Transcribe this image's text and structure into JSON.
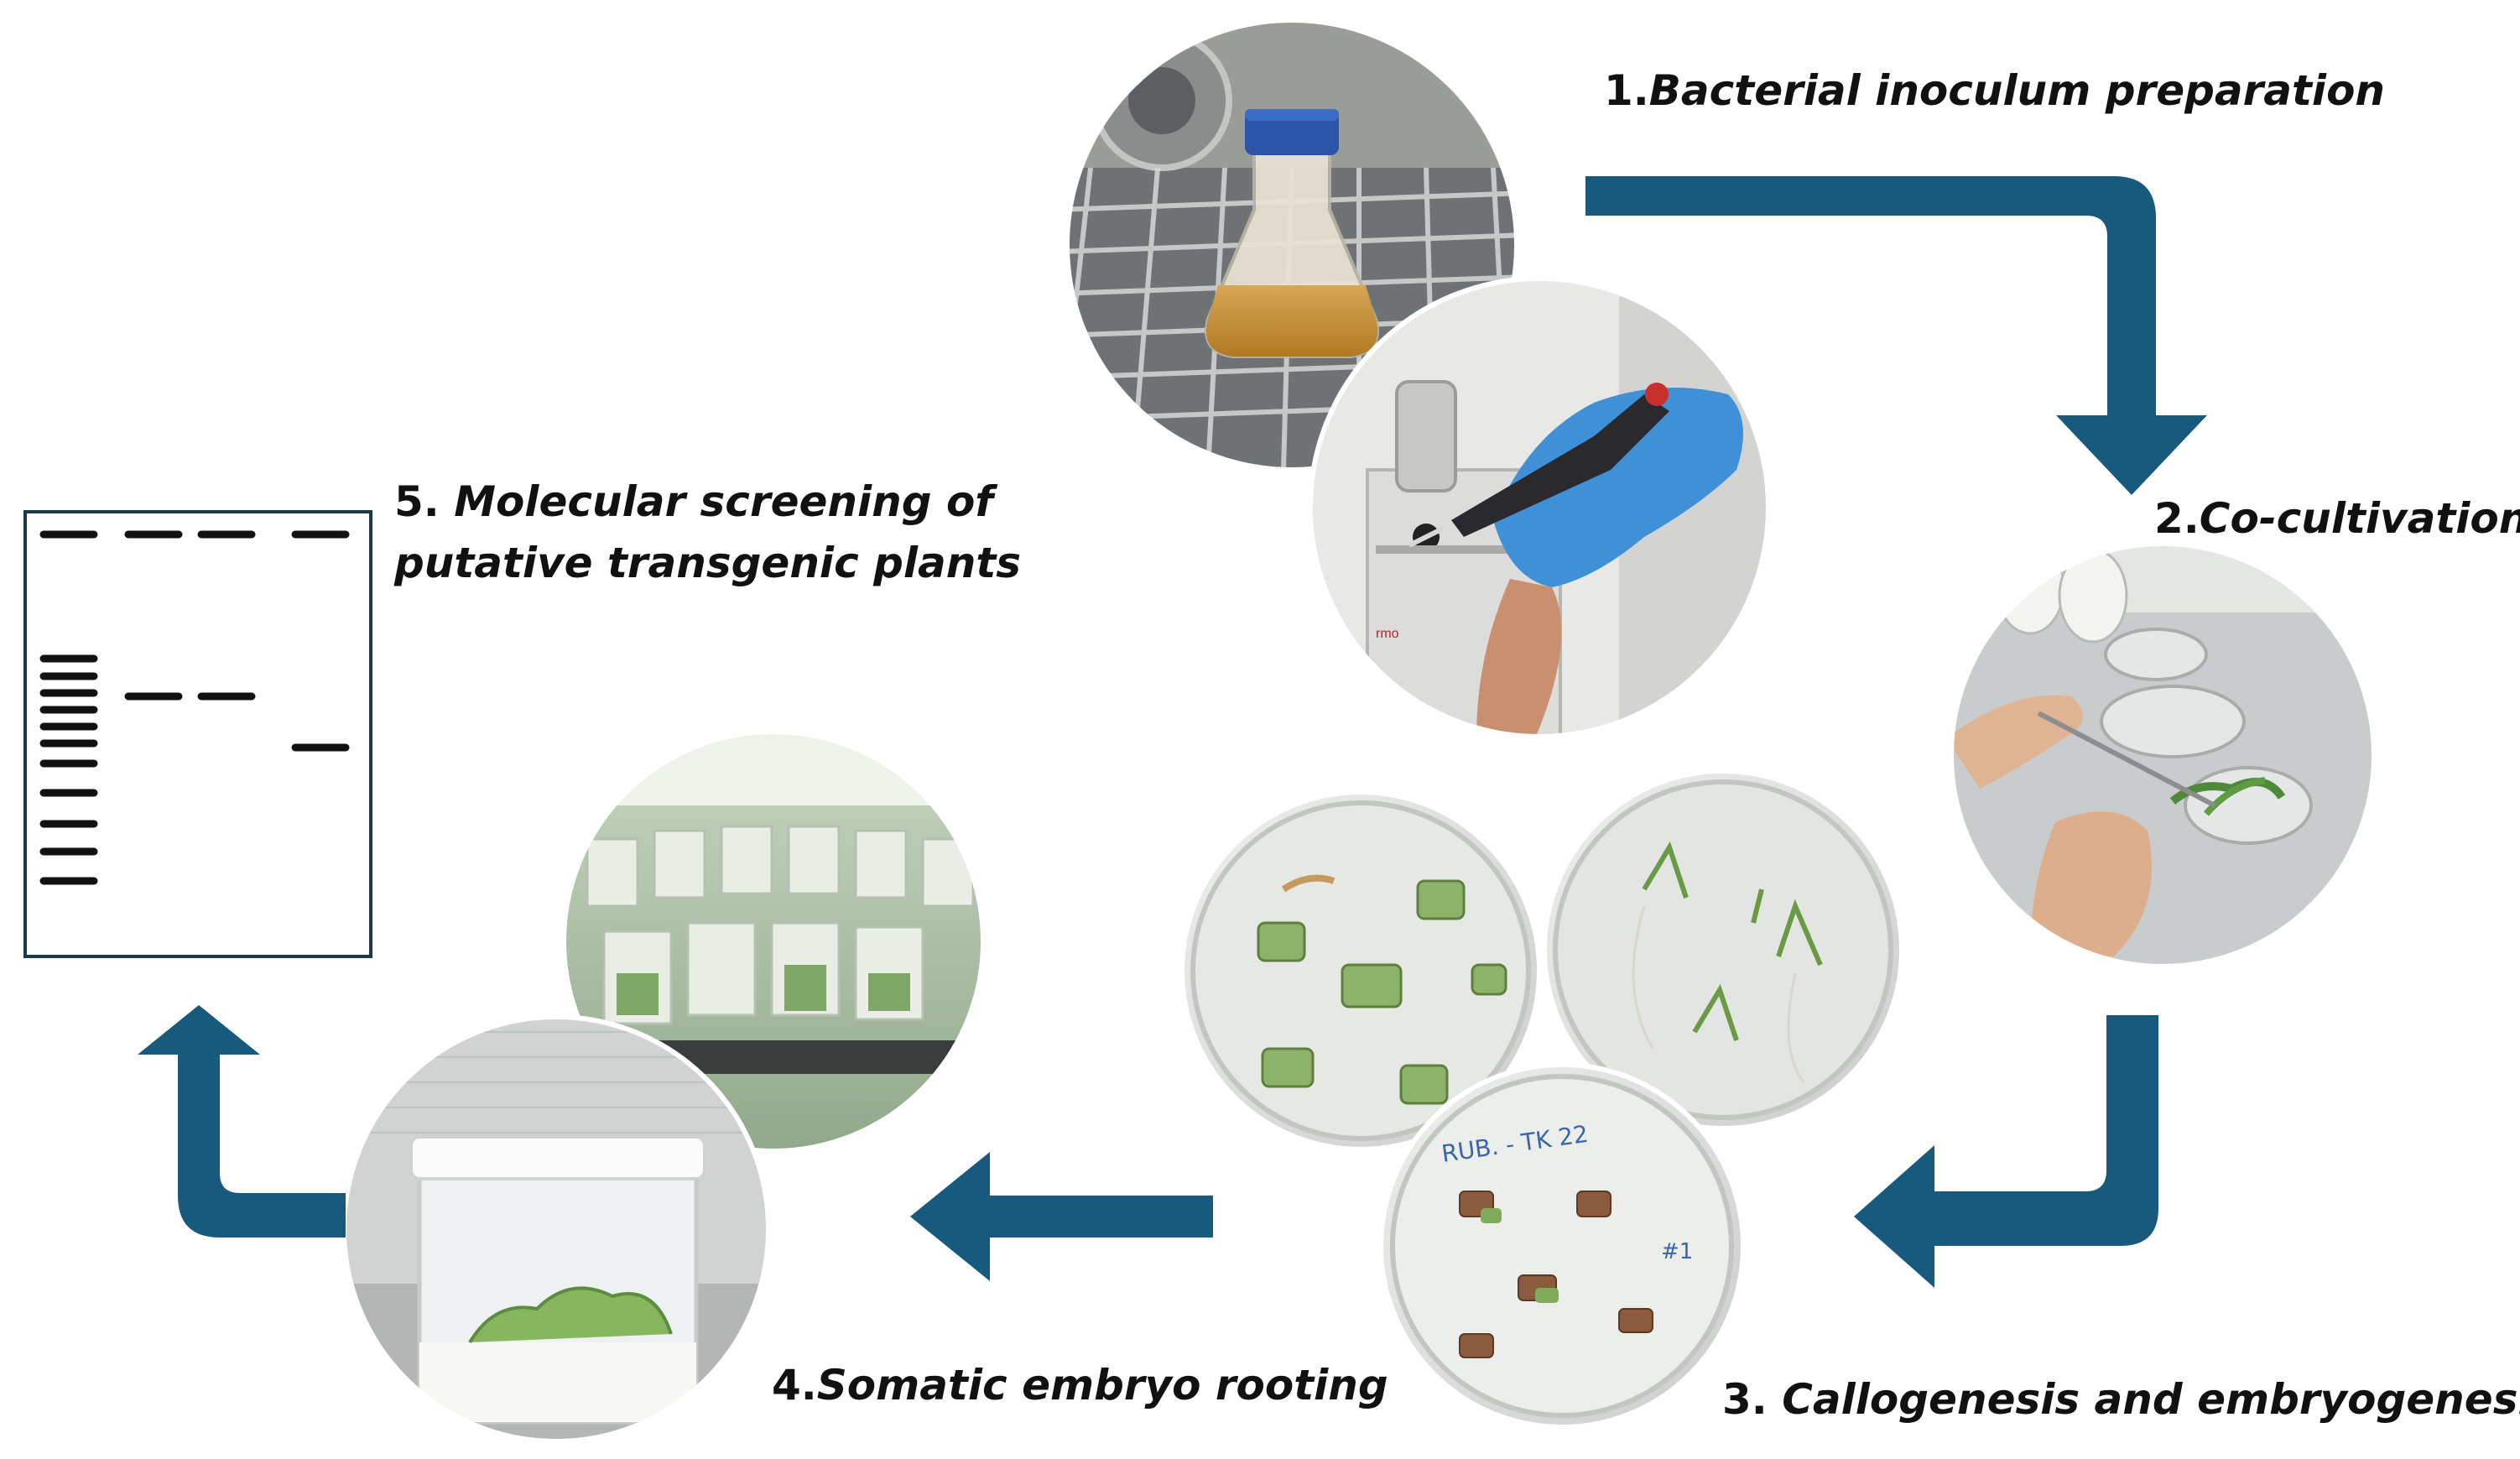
{
  "steps": [
    {
      "number": "1.",
      "text": "Bacterial inoculum preparation"
    },
    {
      "number": "2.",
      "text": "Co-cultivation"
    },
    {
      "number": "3. ",
      "text": "Callogenesis and embryogenesis"
    },
    {
      "number": "4.",
      "text": "Somatic embryo rooting"
    },
    {
      "number": "5. ",
      "text": "Molecular screening of",
      "text2": "putative transgenic plants"
    }
  ],
  "photo_lettering": {
    "plate": "RUB. - TK 22",
    "plate_side": "#1",
    "device_brand": "rmo"
  },
  "colors": {
    "arrow": "#175a7e",
    "gel_border": "#1c3a4a",
    "band": "#111111"
  }
}
